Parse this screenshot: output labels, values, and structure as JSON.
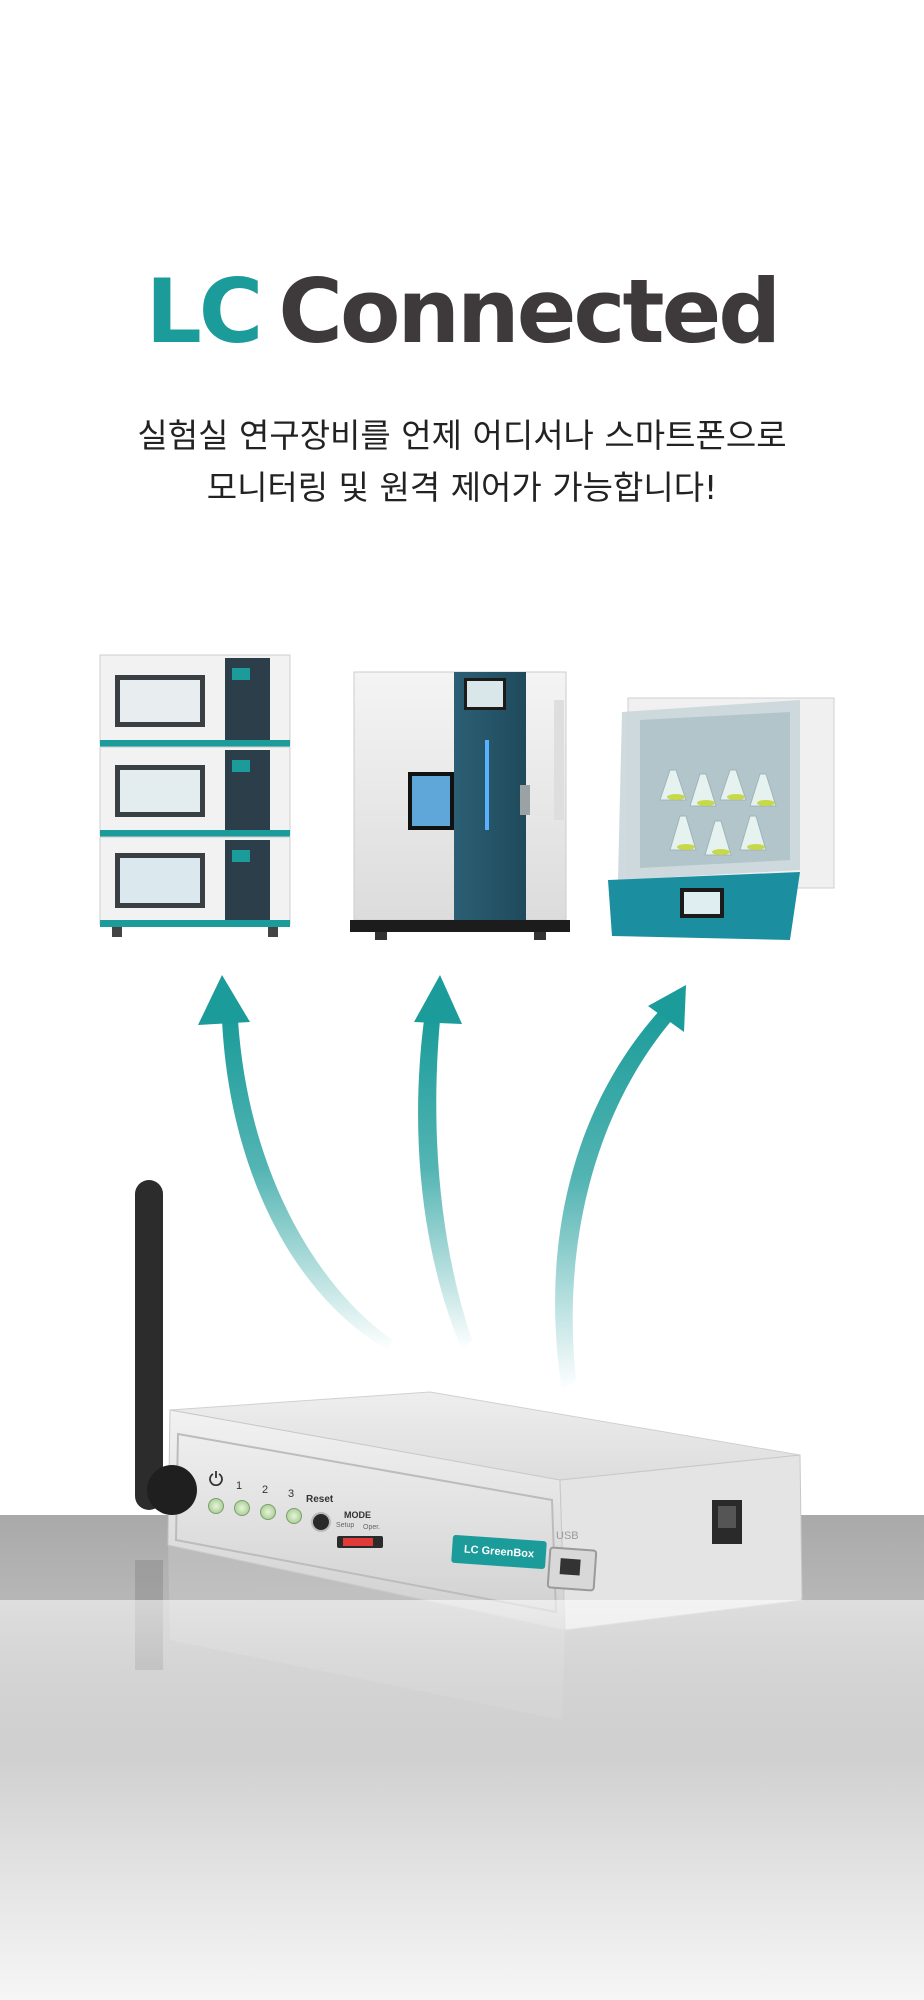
{
  "brand": {
    "prefix": "LC",
    "name": "Connected"
  },
  "tagline": {
    "line1": "실험실 연구장비를 언제 어디서나 스마트폰으로",
    "line2": "모니터링 및 원격 제어가 가능합니다!"
  },
  "device": {
    "led_labels": [
      "1",
      "2",
      "3"
    ],
    "reset_label": "Reset",
    "mode_label": "MODE",
    "mode_sub_left": "Setup",
    "mode_sub_right": "Oper.",
    "badge_label": "LC GreenBox",
    "usb_label": "USB"
  },
  "colors": {
    "accent": "#1b9c9a",
    "dark_text": "#3e3a3b"
  },
  "icons": [
    "power-icon"
  ]
}
